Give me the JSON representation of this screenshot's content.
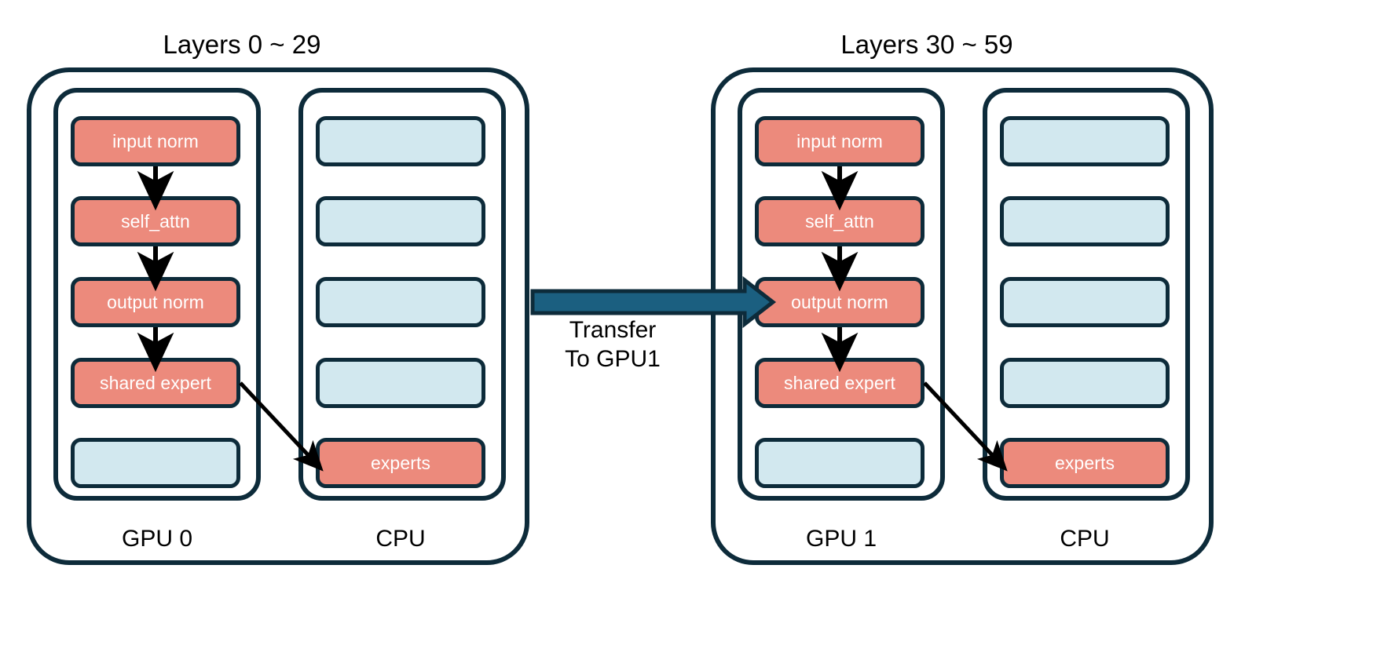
{
  "diagram": {
    "background_color": "#ffffff",
    "colors": {
      "stroke": "#0d2b3a",
      "active_fill": "#ec8a7c",
      "idle_fill": "#d2e8ef",
      "transfer_arrow_fill": "#1b5f80",
      "flow_arrow": "#000000",
      "label_text": "#000000",
      "box_text": "#ffffff"
    },
    "panels": [
      {
        "id": "panel-left",
        "title": "Layers 0 ~ 29",
        "gpu": {
          "caption": "GPU 0",
          "slots": [
            {
              "label": "input norm",
              "state": "active"
            },
            {
              "label": "self_attn",
              "state": "active"
            },
            {
              "label": "output norm",
              "state": "active"
            },
            {
              "label": "shared expert",
              "state": "active"
            },
            {
              "label": "",
              "state": "idle"
            }
          ]
        },
        "cpu": {
          "caption": "CPU",
          "slots": [
            {
              "label": "",
              "state": "idle"
            },
            {
              "label": "",
              "state": "idle"
            },
            {
              "label": "",
              "state": "idle"
            },
            {
              "label": "",
              "state": "idle"
            },
            {
              "label": "experts",
              "state": "active"
            }
          ]
        }
      },
      {
        "id": "panel-right",
        "title": "Layers 30 ~ 59",
        "gpu": {
          "caption": "GPU 1",
          "slots": [
            {
              "label": "input norm",
              "state": "active"
            },
            {
              "label": "self_attn",
              "state": "active"
            },
            {
              "label": "output norm",
              "state": "active"
            },
            {
              "label": "shared expert",
              "state": "active"
            },
            {
              "label": "",
              "state": "idle"
            }
          ]
        },
        "cpu": {
          "caption": "CPU",
          "slots": [
            {
              "label": "",
              "state": "idle"
            },
            {
              "label": "",
              "state": "idle"
            },
            {
              "label": "",
              "state": "idle"
            },
            {
              "label": "",
              "state": "idle"
            },
            {
              "label": "experts",
              "state": "active"
            }
          ]
        }
      }
    ],
    "transfer": {
      "label_line1": "Transfer",
      "label_line2": "To GPU1",
      "direction": "left-to-right"
    }
  }
}
